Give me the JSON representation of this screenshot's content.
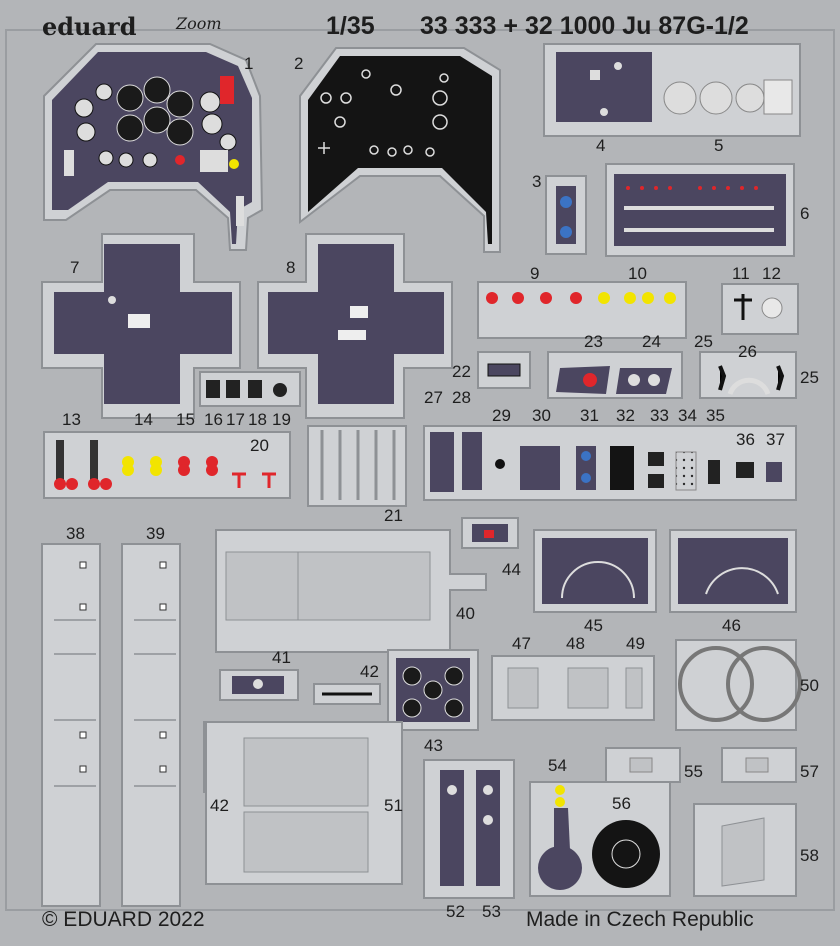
{
  "header": {
    "brand": "eduard",
    "series": "Zoom",
    "scale": "1/35",
    "product": "33 333 + 32 1000 Ju 87G-1/2"
  },
  "footer": {
    "copyright": "© EDUARD 2022",
    "origin": "Made in Czech Republic"
  },
  "part_numbers": {
    "p1": "1",
    "p2": "2",
    "p3": "3",
    "p4": "4",
    "p5": "5",
    "p6": "6",
    "p7": "7",
    "p8": "8",
    "p9": "9",
    "p10": "10",
    "p11": "11",
    "p12": "12",
    "p13": "13",
    "p14": "14",
    "p15": "15",
    "p16": "16",
    "p17": "17",
    "p18": "18",
    "p19": "19",
    "p20": "20",
    "p21": "21",
    "p22": "22",
    "p23": "23",
    "p24": "24",
    "p25a": "25",
    "p25b": "25",
    "p26": "26",
    "p27": "27",
    "p28": "28",
    "p29": "29",
    "p30": "30",
    "p31": "31",
    "p32": "32",
    "p33": "33",
    "p34": "34",
    "p35": "35",
    "p36": "36",
    "p37": "37",
    "p38": "38",
    "p39": "39",
    "p40": "40",
    "p41": "41",
    "p42a": "42",
    "p42b": "42",
    "p43": "43",
    "p44": "44",
    "p45": "45",
    "p46": "46",
    "p47": "47",
    "p48": "48",
    "p49": "49",
    "p50": "50",
    "p51": "51",
    "p52": "52",
    "p53": "53",
    "p54": "54",
    "p55": "55",
    "p56": "56",
    "p57": "57",
    "p58": "58"
  },
  "colors": {
    "fret": "#b3b5b8",
    "fret_light": "#cdd0d3",
    "panel_purple": "#4b4660",
    "panel_black": "#141414",
    "red": "#e0262b",
    "yellow": "#f2e400"
  }
}
